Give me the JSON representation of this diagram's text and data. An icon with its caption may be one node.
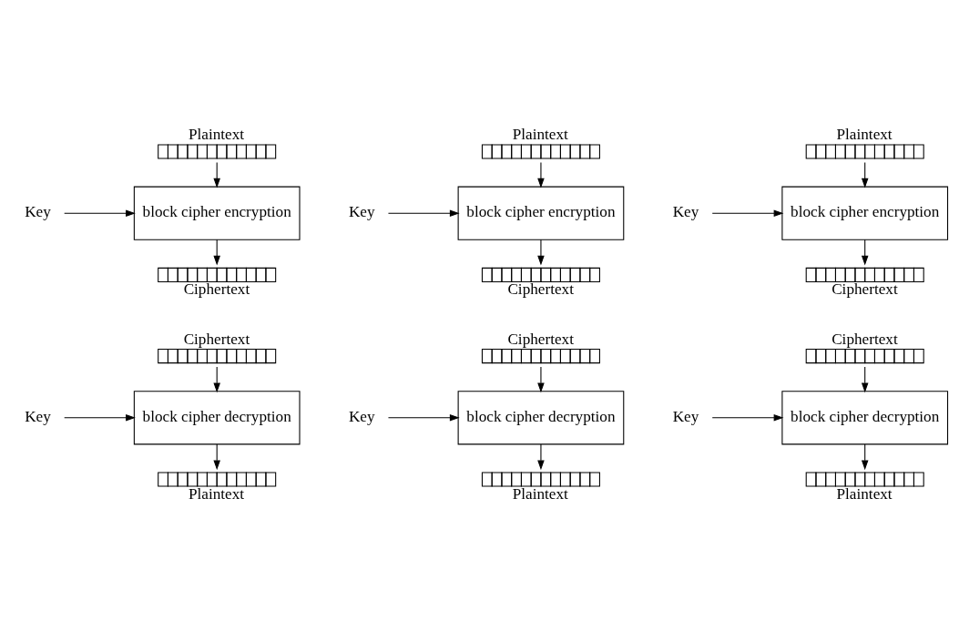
{
  "diagram": {
    "nodes": [
      {
        "text": [
          "Plaintext"
        ]
      },
      {
        "text": [
          "Key"
        ]
      },
      {
        "text": [
          "block cipher encryption"
        ]
      },
      {
        "text": [
          "Ciphertext"
        ]
      },
      {
        "text": [
          "Plaintext"
        ]
      },
      {
        "text": [
          "Key"
        ]
      },
      {
        "text": [
          "block cipher encryption"
        ]
      },
      {
        "text": [
          "Ciphertext"
        ]
      },
      {
        "text": [
          "Plaintext"
        ]
      },
      {
        "text": [
          "Key"
        ]
      },
      {
        "text": [
          "block cipher encryption"
        ]
      },
      {
        "text": [
          "Ciphertext"
        ]
      },
      {
        "text": [
          "Ciphertext"
        ]
      },
      {
        "text": [
          "Key"
        ]
      },
      {
        "text": [
          "block cipher decryption"
        ]
      },
      {
        "text": [
          "Plaintext"
        ]
      },
      {
        "text": [
          "Ciphertext"
        ]
      },
      {
        "text": [
          "Key"
        ]
      },
      {
        "text": [
          "block cipher decryption"
        ]
      },
      {
        "text": [
          "Plaintext"
        ]
      },
      {
        "text": [
          "Ciphertext"
        ]
      },
      {
        "text": [
          "Key"
        ]
      },
      {
        "text": [
          "block cipher decryption"
        ]
      },
      {
        "text": [
          "Plaintext"
        ]
      }
    ],
    "edges": [
      {
        "from": 0,
        "to": 2,
        "arrow": "to"
      },
      {
        "from": 1,
        "to": 2,
        "arrow": "to"
      },
      {
        "from": 2,
        "to": 3,
        "arrow": "to"
      },
      {
        "from": 4,
        "to": 6,
        "arrow": "to"
      },
      {
        "from": 5,
        "to": 6,
        "arrow": "to"
      },
      {
        "from": 6,
        "to": 7,
        "arrow": "to"
      },
      {
        "from": 8,
        "to": 10,
        "arrow": "to"
      },
      {
        "from": 9,
        "to": 10,
        "arrow": "to"
      },
      {
        "from": 10,
        "to": 11,
        "arrow": "to"
      },
      {
        "from": 12,
        "to": 14,
        "arrow": "to"
      },
      {
        "from": 13,
        "to": 14,
        "arrow": "to"
      },
      {
        "from": 14,
        "to": 15,
        "arrow": "to"
      },
      {
        "from": 16,
        "to": 18,
        "arrow": "to"
      },
      {
        "from": 17,
        "to": 18,
        "arrow": "to"
      },
      {
        "from": 18,
        "to": 19,
        "arrow": "to"
      },
      {
        "from": 20,
        "to": 22,
        "arrow": "to"
      },
      {
        "from": 21,
        "to": 22,
        "arrow": "to"
      },
      {
        "from": 22,
        "to": 23,
        "arrow": "to"
      }
    ]
  }
}
